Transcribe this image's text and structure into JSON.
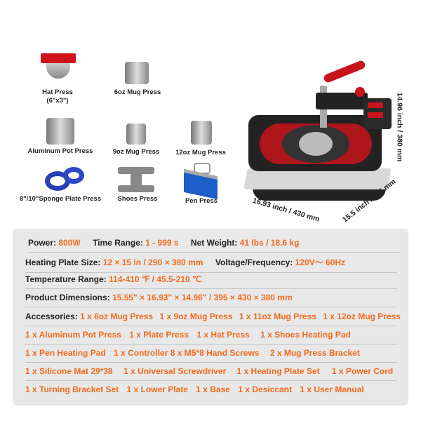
{
  "accessory_images": [
    {
      "label": "Hat Press",
      "sublabel": "(6\"x3\")"
    },
    {
      "label": "6oz Mug Press"
    },
    {
      "label": "Aluminum Pot Press"
    },
    {
      "label": "9oz Mug Press"
    },
    {
      "label": "12oz Mug Press"
    },
    {
      "label": "8\"/10\"Sponge Plate Press"
    },
    {
      "label": "Shoes Press"
    },
    {
      "label": "Pen Press"
    }
  ],
  "dimensions": {
    "height": "14.96 inch / 380 mm",
    "width": "16.93 inch / 430 mm",
    "depth": "15.5 inch / 395 mm"
  },
  "specs": {
    "power_label": "Power:",
    "power": "800W",
    "time_label": "Time Range:",
    "time": "1 - 999 s",
    "weight_label": "Net Weight:",
    "weight": "41 lbs / 18.6 kg",
    "plate_label": "Heating Plate Size:",
    "plate": "12 × 15 in / 290 × 380 mm",
    "voltage_label": "Voltage/Frequency:",
    "voltage": "120V～ 60Hz",
    "temp_label": "Temperature Range:",
    "temp": "114-410 ℉ / 45.5-210 ℃",
    "dims_label": "Product Dimensions:",
    "dims": "15.55\" × 16.93\" × 14.96\" / 395 × 430 × 380 mm",
    "accessories_label": "Accessories:"
  },
  "accessory_rows": [
    [
      "1 x 6oz Mug Press",
      "1 x 9oz Mug Press",
      "1 x 11oz Mug Press",
      "1 x 12oz Mug Press"
    ],
    [
      "1 x Aluminum Pot Press",
      "1 x Plate Press",
      "1 x Hat Press",
      "1 x Shoes Heating Pad"
    ],
    [
      "1 x Pen Heating Pad",
      "1 x Controller 8 x M5*8 Hand Screws",
      "2 x Mug Press Bracket"
    ],
    [
      "1 x Silicone Mat 29*38",
      "1 x Universal Screwdriver",
      "1 x Heating Plate Set",
      "1 x Power Cord"
    ],
    [
      "1 x Turning Bracket Set",
      "1 x Lower Plate",
      "1 x Base",
      "1 x Desiccant",
      "1 x User Manual"
    ]
  ],
  "colors": {
    "accent": "#f26b1d",
    "panel": "#e8e8e8",
    "machine_red": "#d0141b"
  }
}
